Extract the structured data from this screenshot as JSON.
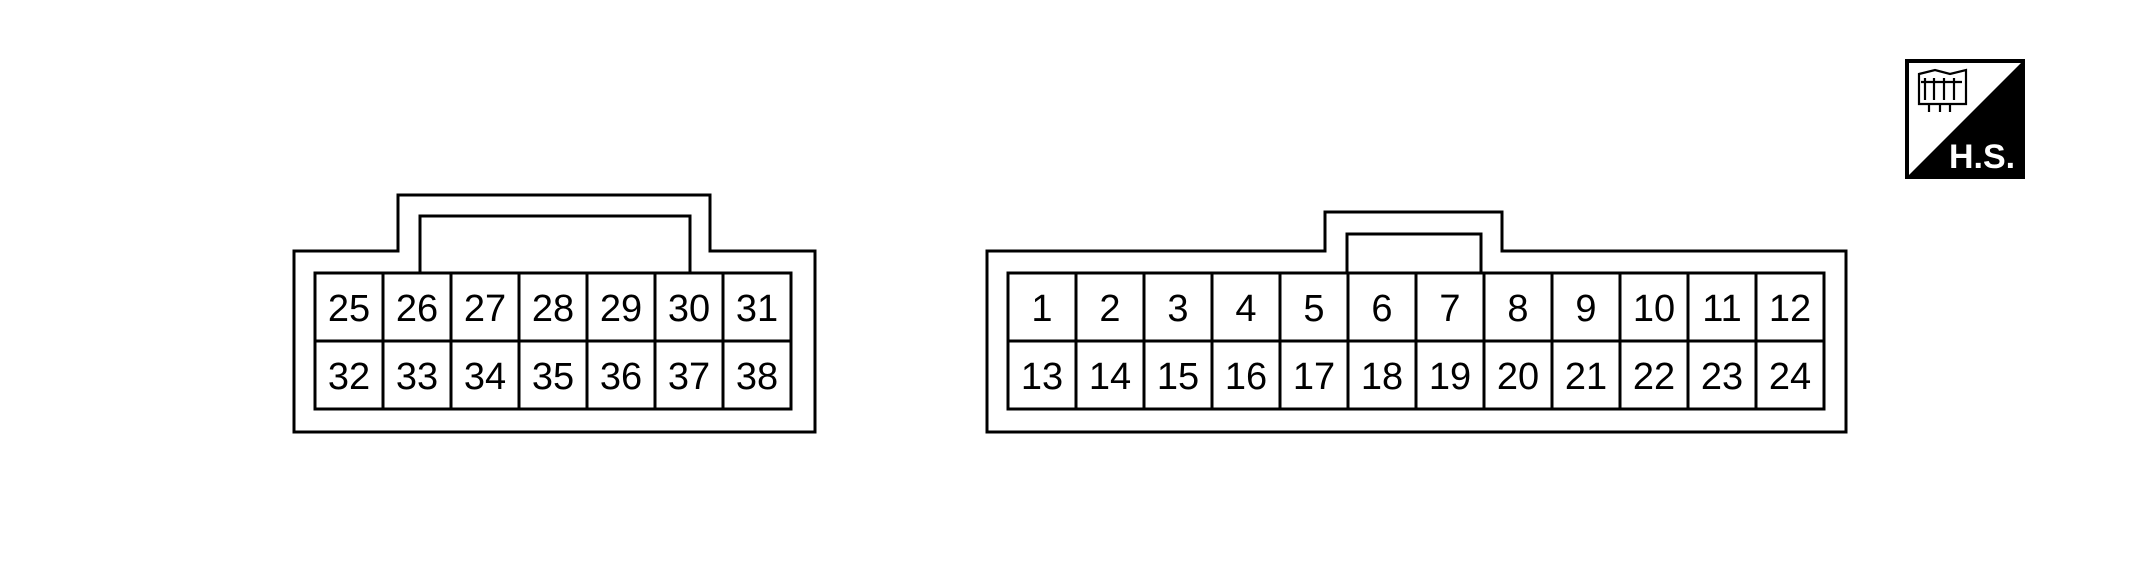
{
  "connectors": [
    {
      "id": "left",
      "rows": [
        [
          "25",
          "26",
          "27",
          "28",
          "29",
          "30",
          "31"
        ],
        [
          "32",
          "33",
          "34",
          "35",
          "36",
          "37",
          "38"
        ]
      ]
    },
    {
      "id": "right",
      "rows": [
        [
          "1",
          "2",
          "3",
          "4",
          "5",
          "6",
          "7",
          "8",
          "9",
          "10",
          "11",
          "12"
        ],
        [
          "13",
          "14",
          "15",
          "16",
          "17",
          "18",
          "19",
          "20",
          "21",
          "22",
          "23",
          "24"
        ]
      ]
    }
  ],
  "badge": {
    "text": "H.S.",
    "icon": "harness-side-connector-icon"
  }
}
